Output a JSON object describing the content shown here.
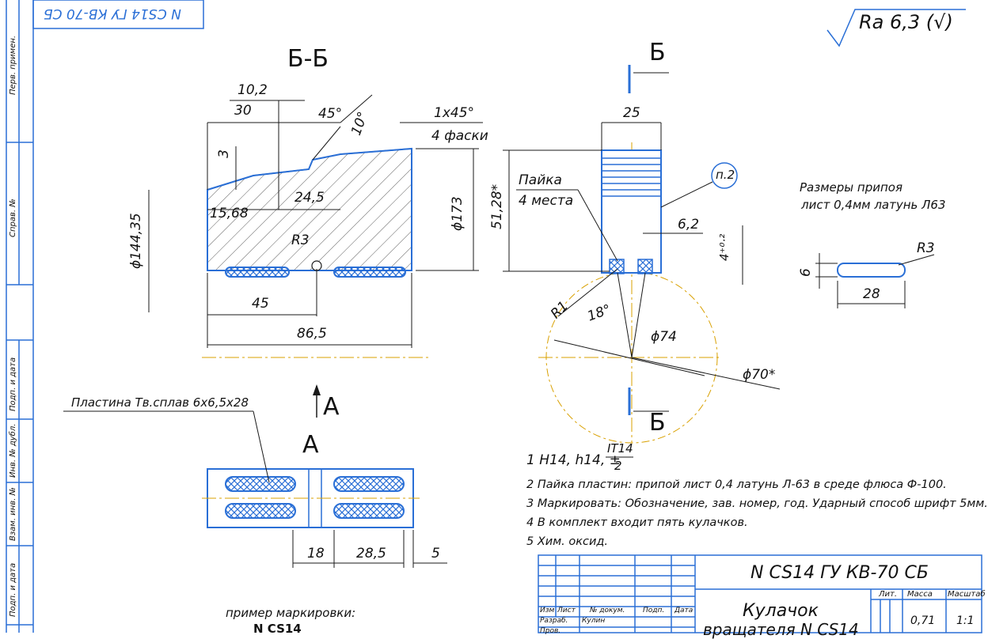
{
  "stamp_top": "N CS14 ГУ КВ-70 СБ",
  "roughness": "Ra 6,3 (√)",
  "section_title": "Б-Б",
  "view_title": "А",
  "section_marker": "Б",
  "view_marker": "А",
  "dims_left": {
    "d10_2": "10,2",
    "d30": "30",
    "d45deg": "45°",
    "d10deg": "10°",
    "chamfer": "1x45°",
    "chamfer_note": "4 фаски",
    "d3": "3",
    "d24_5": "24,5",
    "d15_68": "15,68",
    "r3": "R3",
    "d144_35": "ϕ144,35",
    "d173": "ϕ173",
    "d45": "45",
    "d86_5": "86,5"
  },
  "dims_right": {
    "d25": "25",
    "solder": "Пайка",
    "solder_places": "4 места",
    "d51_28": "51,28*",
    "balloon": "п.2",
    "d6_2": "6,2",
    "tol": "4⁺⁰·²",
    "r1": "R1",
    "d18deg": "18°",
    "d74": "ϕ74",
    "d70": "ϕ70*"
  },
  "solder_note": {
    "line1": "Размеры припоя",
    "line2": "лист 0,4мм латунь Л63",
    "r3": "R3",
    "d6": "6",
    "d28": "28"
  },
  "plate_label": "Пластина Тв.сплав 6х6,5х28",
  "dims_view": {
    "d18": "18",
    "d28_5": "28,5",
    "d5": "5"
  },
  "notes": {
    "n1_prefix": "1 H14, h14, ±",
    "n1_num": "IT14",
    "n1_den": "2",
    "n2": "2 Пайка пластин: припой лист 0,4 латунь Л-63 в среде флюса Ф-100.",
    "n3": "3 Маркировать: Обозначение, зав. номер, год. Ударный способ шрифт 5мм.",
    "n4": "4 В комплект входит пять кулачков.",
    "n5": "5 Хим. оксид."
  },
  "marking_example": {
    "caption": "пример маркировки:",
    "text": "N CS14"
  },
  "sidebar": [
    "Перв. примен.",
    "Справ. №",
    "Подп. и дата",
    "Инв. № дубл.",
    "Взам. инв. №",
    "Подп. и дата"
  ],
  "title_block": {
    "designation": "N CS14 ГУ КВ-70 СБ",
    "name_line1": "Кулачок",
    "name_line2": "вращателя N CS14",
    "hdr_izm": "Изм",
    "hdr_list": "Лист",
    "hdr_docnum": "№ докум.",
    "hdr_podp": "Подп.",
    "hdr_data": "Дата",
    "razrab": "Разраб.",
    "razrab_name": "Кулин",
    "prov": "Пров.",
    "lit": "Лит.",
    "massa": "Масса",
    "masshtab": "Масштаб",
    "mass_value": "0,71",
    "scale_value": "1:1"
  },
  "colors": {
    "line": "#1a1a1a",
    "blue": "#2a6fd6",
    "center": "#d9a000"
  }
}
